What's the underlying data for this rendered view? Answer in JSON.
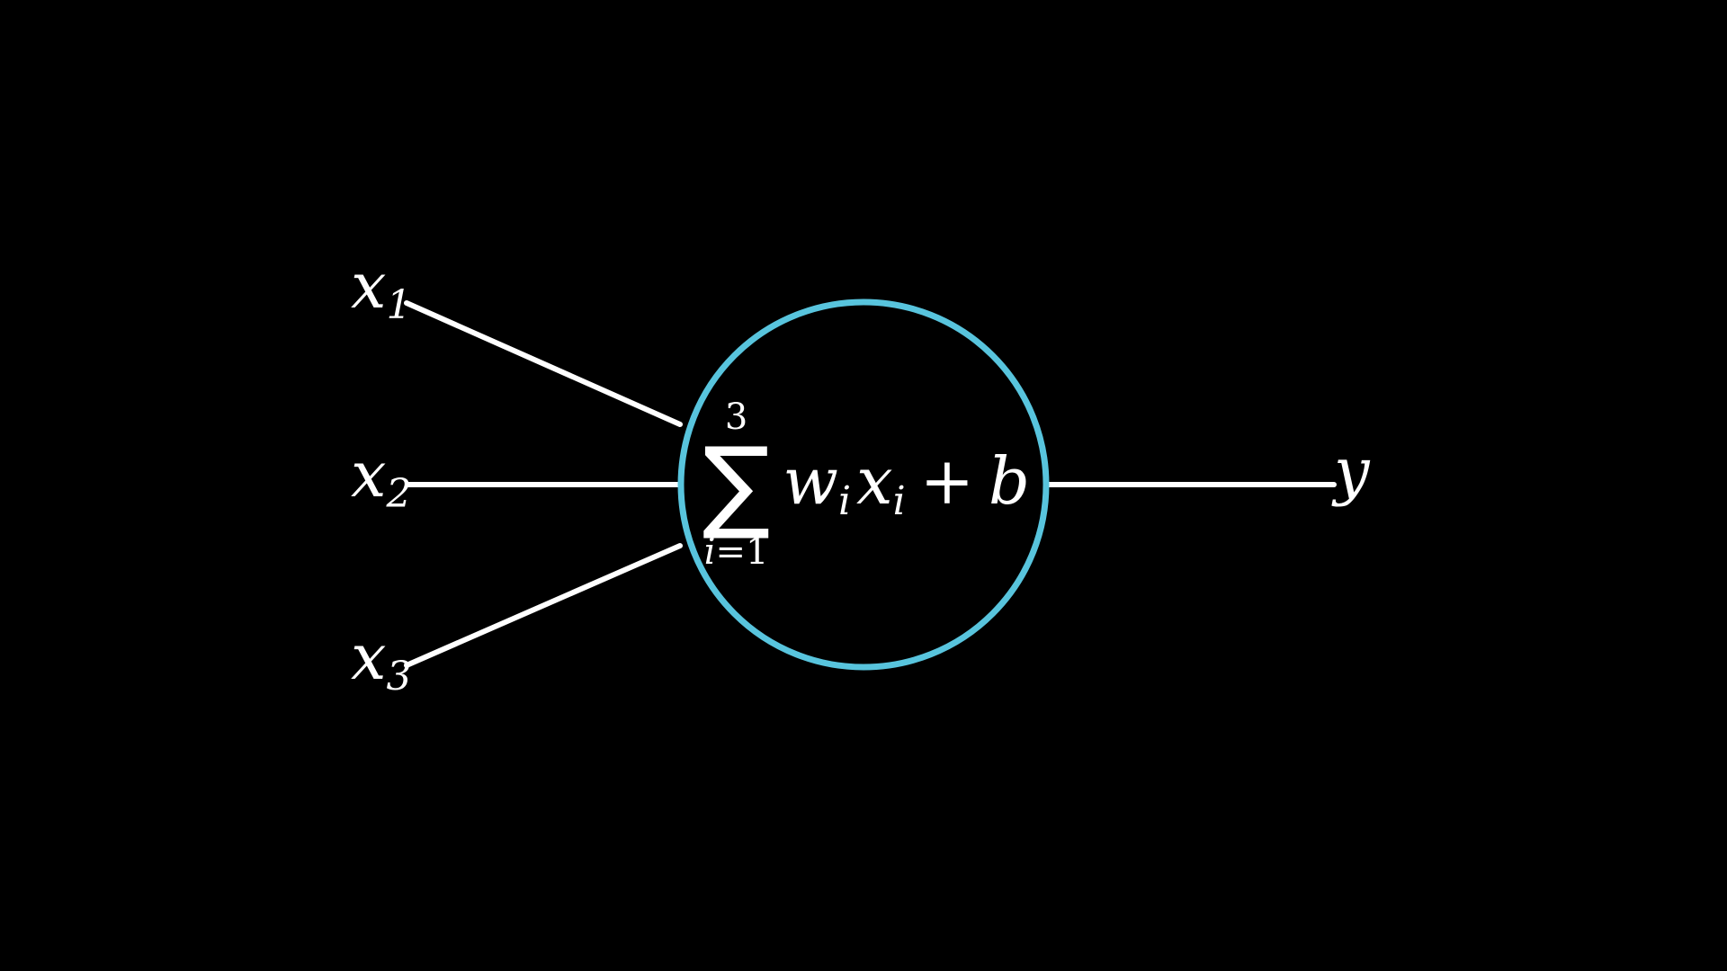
{
  "colors": {
    "background": "#000000",
    "neuron_stroke": "#58C4DD",
    "wire": "#ffffff",
    "text": "#ffffff"
  },
  "labels": {
    "inputs": [
      {
        "base": "x",
        "sub": "1"
      },
      {
        "base": "x",
        "sub": "2"
      },
      {
        "base": "x",
        "sub": "3"
      }
    ],
    "output": {
      "base": "y"
    }
  },
  "formula": {
    "sigma": "∑",
    "upper_limit": "3",
    "index_var": "i",
    "lower_rest": "=1",
    "term_w": "w",
    "term_w_sub": "i",
    "term_x": "x",
    "term_x_sub": "i",
    "plus": "+",
    "bias": "b"
  }
}
